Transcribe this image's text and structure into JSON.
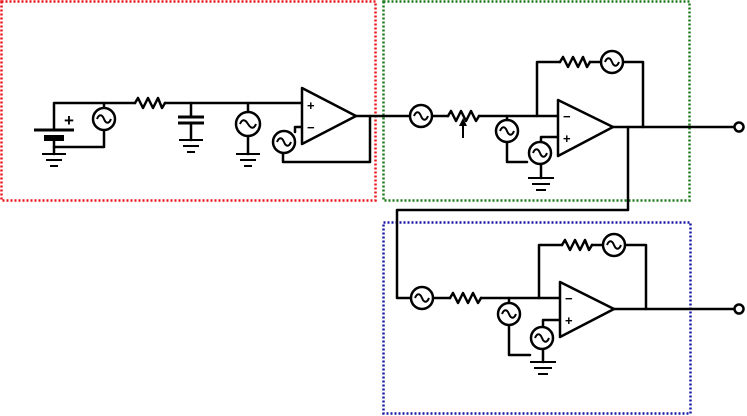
{
  "blocks": [
    {
      "id": "block-1",
      "border_color": "#e8151b"
    },
    {
      "id": "block-2",
      "border_color": "#1b7a1b"
    },
    {
      "id": "block-3",
      "border_color": "#1a1aa8"
    }
  ],
  "symbols": {
    "battery_plus": "+",
    "opamp_plus": "+",
    "opamp_minus": "−"
  },
  "wire_color": "#000000"
}
